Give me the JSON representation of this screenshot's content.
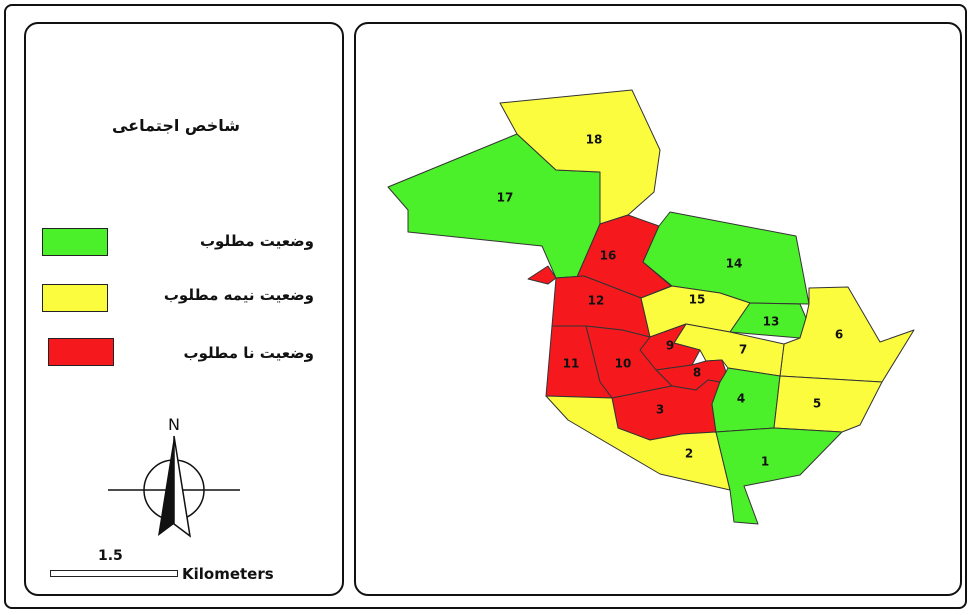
{
  "legend": {
    "title": "شاخص اجتماعی",
    "items": [
      {
        "label": "وضعیت مطلوب",
        "color": "#4cf02a"
      },
      {
        "label": "وضعیت نیمه مطلوب",
        "color": "#fcfc3f"
      },
      {
        "label": "وضعیت نا مطلوب",
        "color": "#f5191e"
      }
    ]
  },
  "north_arrow": {
    "letter": "N"
  },
  "scale_bar": {
    "value": "1.5",
    "unit": "Kilometers"
  },
  "map": {
    "districts": [
      {
        "id": "1",
        "status": "وضعیت مطلوب"
      },
      {
        "id": "2",
        "status": "وضعیت نیمه مطلوب"
      },
      {
        "id": "3",
        "status": "وضعیت نا مطلوب"
      },
      {
        "id": "4",
        "status": "وضعیت مطلوب"
      },
      {
        "id": "5",
        "status": "وضعیت نیمه مطلوب"
      },
      {
        "id": "6",
        "status": "وضعیت نیمه مطلوب"
      },
      {
        "id": "7",
        "status": "وضعیت نیمه مطلوب"
      },
      {
        "id": "8",
        "status": "وضعیت نا مطلوب"
      },
      {
        "id": "9",
        "status": "وضعیت نا مطلوب"
      },
      {
        "id": "10",
        "status": "وضعیت نا مطلوب"
      },
      {
        "id": "11",
        "status": "وضعیت نا مطلوب"
      },
      {
        "id": "12",
        "status": "وضعیت نا مطلوب"
      },
      {
        "id": "13",
        "status": "وضعیت مطلوب"
      },
      {
        "id": "14",
        "status": "وضعیت مطلوب"
      },
      {
        "id": "15",
        "status": "وضعیت نیمه مطلوب"
      },
      {
        "id": "16",
        "status": "وضعیت نا مطلوب"
      },
      {
        "id": "17",
        "status": "وضعیت مطلوب"
      },
      {
        "id": "18",
        "status": "وضعیت نیمه مطلوب"
      }
    ]
  }
}
